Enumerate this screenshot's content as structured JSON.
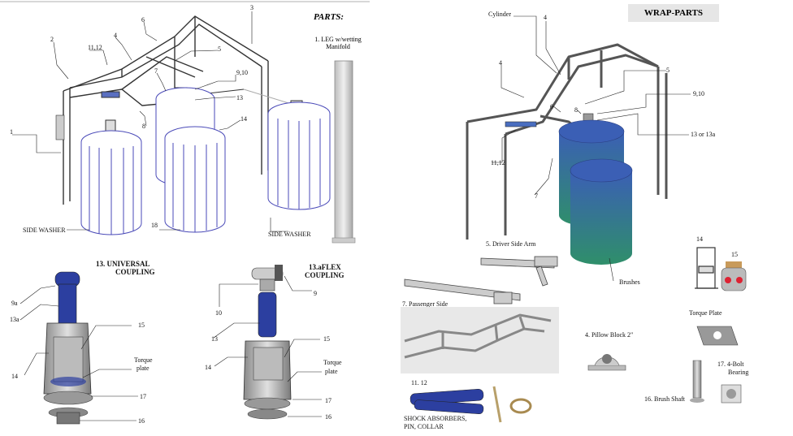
{
  "left_diagram": {
    "heading": "PARTS:",
    "leg_label": "1. LEG w/wetting Manifold",
    "callouts": {
      "c1": "1",
      "c2": "2",
      "c3": "3",
      "c4": "4",
      "c5": "5",
      "c6": "6",
      "c7": "7",
      "c8": "8",
      "c910": "9,10",
      "c1112": "11,12",
      "c13": "13",
      "c14": "14",
      "c18": "18",
      "side_washer_left": "SIDE WASHER",
      "side_washer_right": "SIDE WASHER"
    },
    "universal_coupling": {
      "title_line1": "13. UNIVERSAL",
      "title_line2": "COUPLING",
      "l9a": "9a",
      "l13a": "13a",
      "l14": "14",
      "l15": "15",
      "torque_line1": "Torque",
      "torque_line2": "plate",
      "l17": "17",
      "l16": "16"
    },
    "flex_coupling": {
      "title_line1": "13.aFLEX",
      "title_line2": "COUPLING",
      "l9": "9",
      "l10": "10",
      "l13": "13",
      "l14": "14",
      "l15": "15",
      "torque_line1": "Torque",
      "torque_line2": "plate",
      "l17": "17",
      "l16": "16"
    }
  },
  "right_diagram": {
    "heading": "WRAP-PARTS",
    "callouts": {
      "cylinder": "Cylinder",
      "c4a": "4",
      "c4b": "4",
      "c5": "5",
      "c6": "6",
      "c7": "7",
      "c8": "8",
      "c910": "9,10",
      "c13": "13 or 13a",
      "c1112": "11,12",
      "brushes": "Brushes"
    },
    "parts": {
      "driver_side_arm": "5. Driver Side Arm",
      "passenger_side": "7. Passenger Side",
      "pillow_block": "4. Pillow Block 2\"",
      "p14": "14",
      "p15": "15",
      "torque_plate": "Torque Plate",
      "four_bolt_line1": "17. 4-Bolt",
      "four_bolt_line2": "Bearing",
      "brush_shaft": "16. Brush Shaft",
      "shock_line1": "11. 12",
      "shock_line2": "SHOCK ABSORBERS,",
      "shock_line3": "PIN, COLLAR"
    }
  },
  "colors": {
    "brush_blue_top": "#3b5fb5",
    "brush_green_bottom": "#2f8f6a",
    "washer_outline": "#4a4ab8",
    "frame_gray": "#555555",
    "coupling_blue": "#2c3fa0",
    "title_box": "#e6e6e6"
  }
}
